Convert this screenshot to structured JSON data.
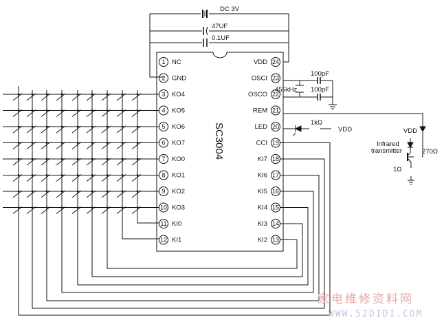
{
  "chip": {
    "name": "SC3004",
    "left_pins": [
      {
        "num": "1",
        "label": "NC"
      },
      {
        "num": "2",
        "label": "GND"
      },
      {
        "num": "3",
        "label": "KO4"
      },
      {
        "num": "4",
        "label": "KO5"
      },
      {
        "num": "5",
        "label": "KO6"
      },
      {
        "num": "6",
        "label": "KO7"
      },
      {
        "num": "7",
        "label": "KO0"
      },
      {
        "num": "8",
        "label": "KO1"
      },
      {
        "num": "9",
        "label": "KO2"
      },
      {
        "num": "10",
        "label": "KO3"
      },
      {
        "num": "11",
        "label": "KI0"
      },
      {
        "num": "12",
        "label": "KI1"
      }
    ],
    "right_pins": [
      {
        "num": "24",
        "label": "VDD"
      },
      {
        "num": "23",
        "label": "OSCI"
      },
      {
        "num": "22",
        "label": "OSCO"
      },
      {
        "num": "21",
        "label": "REM"
      },
      {
        "num": "20",
        "label": "LED"
      },
      {
        "num": "19",
        "label": "CCI"
      },
      {
        "num": "18",
        "label": "KI7"
      },
      {
        "num": "17",
        "label": "KI6"
      },
      {
        "num": "16",
        "label": "KI5"
      },
      {
        "num": "15",
        "label": "KI4"
      },
      {
        "num": "14",
        "label": "KI3"
      },
      {
        "num": "13",
        "label": "KI2"
      }
    ]
  },
  "components": {
    "battery": "DC 3V",
    "cap_electrolytic": "47UF",
    "cap_ceramic": "0.1UF",
    "osc_cap_top": "100pF",
    "osc_cap_bottom": "100pF",
    "resonator": "455kHz",
    "led_resistor": "1kΩ",
    "led_supply": "VDD",
    "ir_supply": "VDD",
    "ir_label_line1": "Infrared",
    "ir_label_line2": "transmitter",
    "base_resistor": "270Ω",
    "emitter_resistor": "1Ω"
  },
  "watermark": {
    "line1": "家电维修资料网",
    "line2": "WWW.52DIDI.COM"
  }
}
